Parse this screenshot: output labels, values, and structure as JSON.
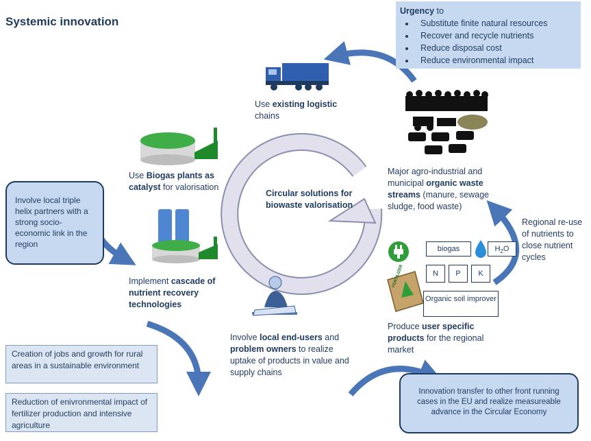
{
  "title": "Systemic innovation",
  "urgency": {
    "heading": "Urgency",
    "heading_suffix": " to",
    "items": [
      "Substitute finite natural resources",
      "Recover and recycle nutrients",
      "Reduce disposal cost",
      "Reduce environmental impact"
    ]
  },
  "logistic": {
    "pre": "Use ",
    "bold": "existing logistic",
    "post": " chains"
  },
  "biogas": {
    "pre": "Use ",
    "bold": "Biogas plants as catalyst",
    "post": " for valorisation"
  },
  "waste": {
    "pre": "Major agro-industrial and municipal ",
    "bold": "organic waste streams",
    "post": " (manure, sewage sludge, food waste)"
  },
  "center": "Circular solutions for biowaste valorisation",
  "helix": "Involve local triple helix partners with a strong socio-economic link in the region",
  "cascade": {
    "pre": "Implement ",
    "bold": "cascade of nutrient recovery technologies"
  },
  "regional": "Regional re-use of nutrients to close nutrient cycles",
  "chips": {
    "biogas": "biogas",
    "h2o_main": "H",
    "h2o_sub": "2",
    "h2o_end": "O",
    "n": "N",
    "p": "P",
    "k": "K",
    "soil": "Organic soil improver"
  },
  "fertilizer_label": "FERTILIZER",
  "products": {
    "pre": "Produce ",
    "bold": "user specific products",
    "post": " for the regional market"
  },
  "endusers": {
    "pre": "Involve ",
    "bold1": "local end-users",
    "mid": " and ",
    "bold2": "problem owners",
    "post": " to realize uptake of products in value and supply chains"
  },
  "jobs": "Creation of jobs and growth for rural areas in a sustainable environment",
  "impact": "Reduction of enivronmental impact of fertilizer production and intensive agriculture",
  "innovation": "Innovation transfer to other front running cases in the EU and realize measureable advance in the Circular Economy",
  "colors": {
    "arrow": "#4a76b8",
    "dark_blue": "#1f3a5f",
    "light_blue_box": "#c6d9f1",
    "green": "#2e9e3a",
    "cycle_fill": "#e3e0ee"
  },
  "icons": [
    "truck-icon",
    "biogas-plant-icon",
    "digester-towers-icon",
    "crowd-farm-icon",
    "plug-icon",
    "water-drop-icon",
    "fertilizer-bag-icon",
    "businessman-icon"
  ]
}
